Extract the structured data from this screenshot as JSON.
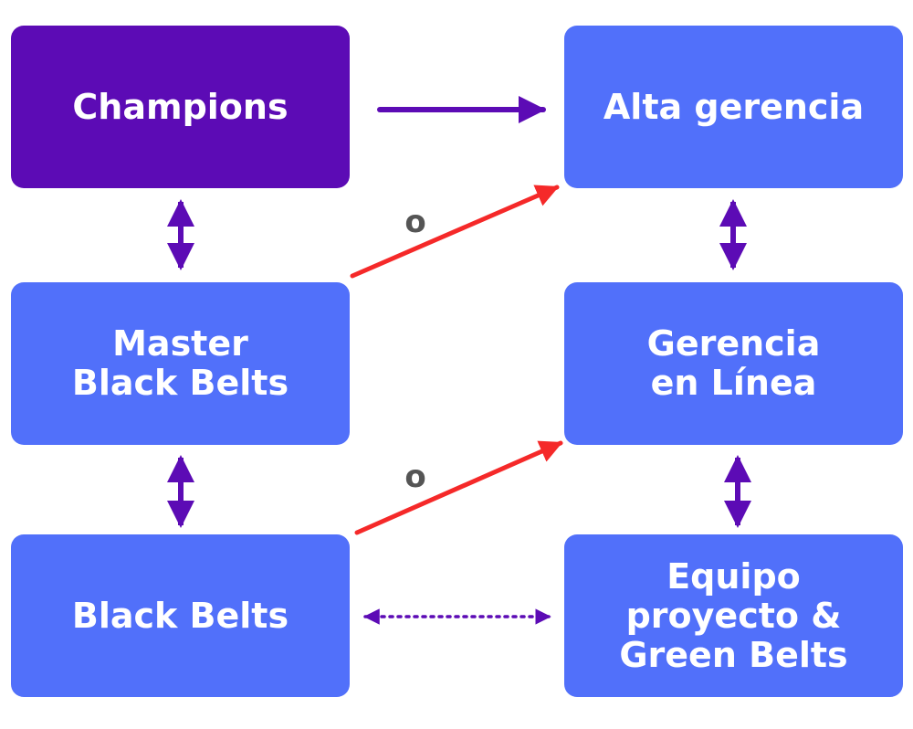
{
  "nodes": {
    "champions": {
      "label": "Champions"
    },
    "alta_gerencia": {
      "label": "Alta gerencia"
    },
    "master_black_belts": {
      "label": "Master\nBlack Belts"
    },
    "gerencia_en_linea": {
      "label": "Gerencia\nen Línea"
    },
    "black_belts": {
      "label": "Black Belts"
    },
    "equipo_proyecto": {
      "label": "Equipo\nproyecto &\nGreen Belts"
    }
  },
  "connectors": {
    "or_label_top": "o",
    "or_label_bottom": "o"
  },
  "colors": {
    "champion_box": "#5c0bb5",
    "role_box": "#5170fa",
    "arrow_purple": "#5c0bb5",
    "arrow_red": "#f52929",
    "or_text": "#555555"
  }
}
